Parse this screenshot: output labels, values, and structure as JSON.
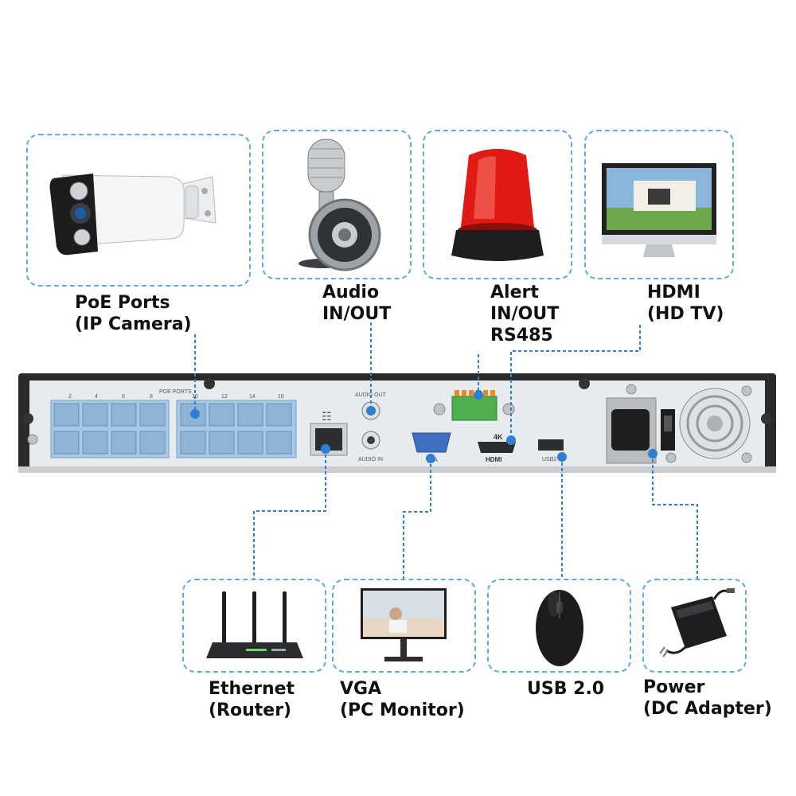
{
  "labels": {
    "poe": [
      "PoE Ports",
      "(IP Camera)"
    ],
    "audio": [
      "Audio",
      "IN/OUT"
    ],
    "alert": [
      "Alert",
      "IN/OUT",
      "RS485"
    ],
    "hdmi": [
      "HDMI",
      "(HD TV)"
    ],
    "ethernet": [
      "Ethernet",
      "(Router)"
    ],
    "vga": [
      "VGA",
      "(PC Monitor)"
    ],
    "usb": [
      "USB 2.0"
    ],
    "power": [
      "Power",
      "(DC Adapter)"
    ]
  },
  "panel_text": {
    "poe_ports": "POE PORTS",
    "audio_out": "AUDIO OUT",
    "audio_in": "AUDIO IN",
    "vga": "VGA",
    "hdmi": "HDMI",
    "k4": "4K",
    "usb2": "USB2",
    "port_numbers": [
      "2",
      "4",
      "6",
      "8",
      "10",
      "12",
      "14",
      "16"
    ]
  },
  "colors": {
    "dash_border": "#5aaed8",
    "connector": "#2f7fd0",
    "panel": "#e8ebee",
    "chassis": "#2a2a2a",
    "port_fill": "#a7c8e6"
  },
  "icons": {
    "poe": "ip-camera-icon",
    "audio": "microphone-speaker-icon",
    "alert": "alarm-siren-icon",
    "hdmi": "tv-monitor-icon",
    "ethernet": "router-icon",
    "vga": "pc-monitor-icon",
    "usb": "mouse-icon",
    "power": "dc-adapter-icon"
  }
}
